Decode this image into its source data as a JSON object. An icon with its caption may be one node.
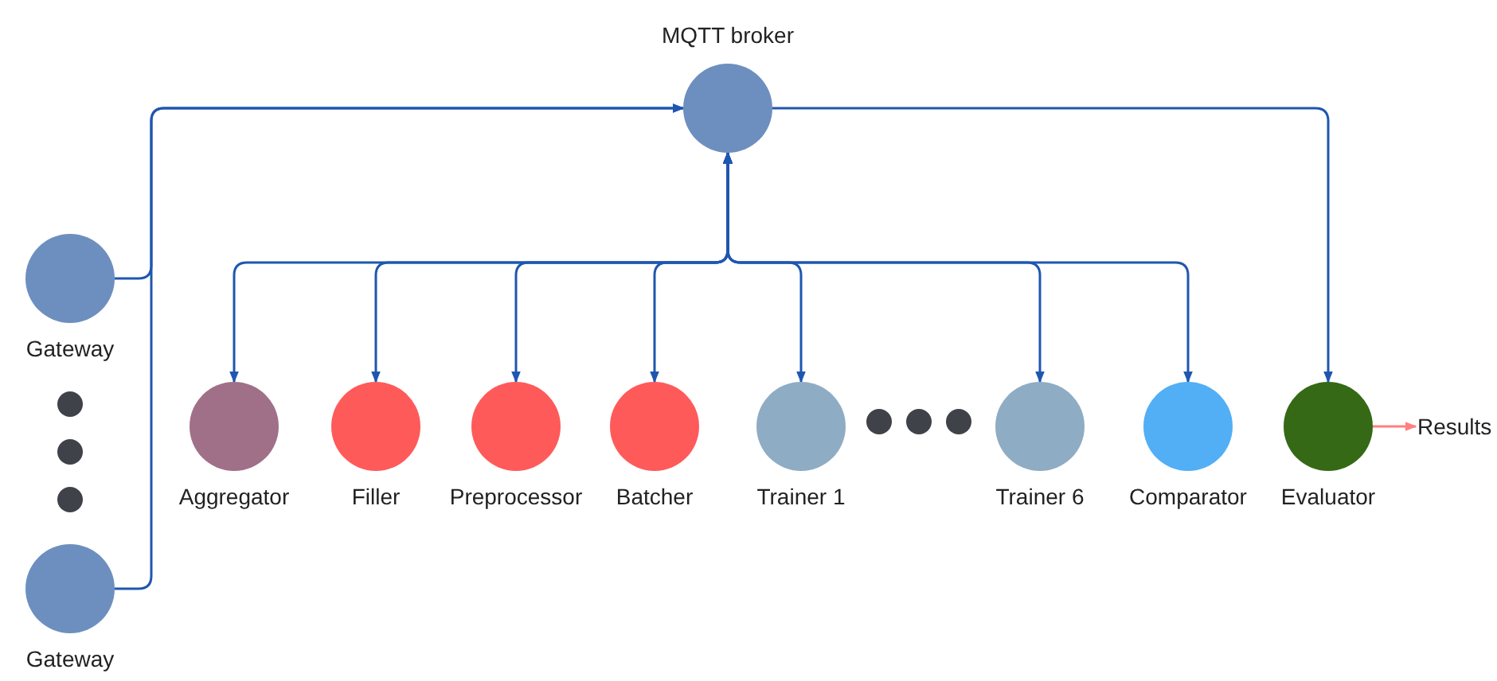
{
  "diagram": {
    "nodes": [
      {
        "text": [
          "MQTT broker"
        ]
      },
      {
        "text": [
          "Gateway"
        ]
      },
      {
        "text": [
          "Gateway"
        ]
      },
      {
        "text": [
          "Aggregator"
        ]
      },
      {
        "text": [
          "Filler"
        ]
      },
      {
        "text": [
          "Preprocessor"
        ]
      },
      {
        "text": [
          "Batcher"
        ]
      },
      {
        "text": [
          "Trainer 1"
        ]
      },
      {
        "text": [
          "Trainer 6"
        ]
      },
      {
        "text": [
          "Comparator"
        ]
      },
      {
        "text": [
          "Evaluator"
        ]
      },
      {
        "text": [
          "Results"
        ]
      }
    ],
    "edges": [
      {
        "from": 1,
        "to": 0,
        "arrow": "to"
      },
      {
        "from": 2,
        "to": 0,
        "arrow": "to"
      },
      {
        "from": 0,
        "to": 3,
        "arrow": "both"
      },
      {
        "from": 0,
        "to": 4,
        "arrow": "both"
      },
      {
        "from": 0,
        "to": 5,
        "arrow": "both"
      },
      {
        "from": 0,
        "to": 6,
        "arrow": "both"
      },
      {
        "from": 0,
        "to": 7,
        "arrow": "both"
      },
      {
        "from": 0,
        "to": 8,
        "arrow": "both"
      },
      {
        "from": 0,
        "to": 9,
        "arrow": "both"
      },
      {
        "from": 0,
        "to": 10,
        "arrow": "to"
      },
      {
        "from": 10,
        "to": 11,
        "arrow": "to",
        "color": "#ff7f7f"
      }
    ]
  }
}
